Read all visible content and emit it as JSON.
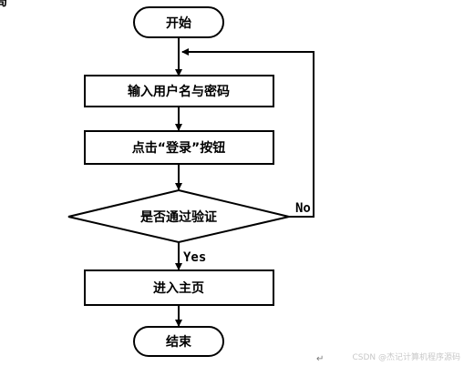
{
  "flowchart": {
    "nodes": {
      "start": "开始",
      "input_credentials": "输入用户名与密码",
      "click_login": "点击“登录”按钮",
      "check_pass": "是否通过验证",
      "enter_home": "进入主页",
      "end": "结束"
    },
    "edges": {
      "no_label": "No",
      "yes_label": "Yes"
    }
  },
  "page_marks": {
    "corner_mark": "局",
    "return_mark": "↵",
    "watermark": "CSDN @杰记计算机程序源码"
  },
  "colors": {
    "stroke": "#000000",
    "fill": "#ffffff",
    "watermark": "#c8c8c8"
  }
}
